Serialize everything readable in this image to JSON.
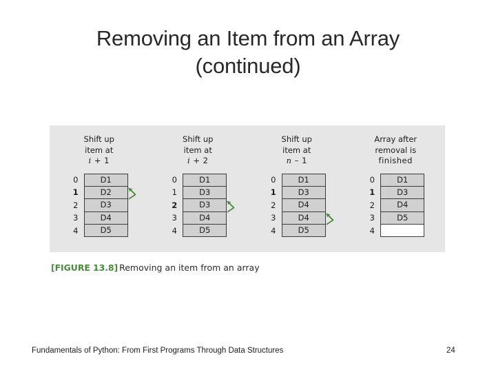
{
  "slide": {
    "title_line1": "Removing an Item from an Array",
    "title_line2": "(continued)"
  },
  "figure": {
    "background_color": "#e6e6e6",
    "cell_fill_color": "#d0d0d0",
    "cell_border_color": "#3a3a3a",
    "arrow_color": "#4a8a3c",
    "panels": [
      {
        "header_line1": "Shift up",
        "header_line2": "item at",
        "header_var": "i",
        "header_op": " + 1",
        "indices": [
          "0",
          "1",
          "2",
          "3",
          "4"
        ],
        "emphasized_index": 1,
        "cells": [
          "D1",
          "D2",
          "D3",
          "D4",
          "D5"
        ],
        "arrow_at_index": 1
      },
      {
        "header_line1": "Shift up",
        "header_line2": "item at",
        "header_var": "i",
        "header_op": " + 2",
        "indices": [
          "0",
          "1",
          "2",
          "3",
          "4"
        ],
        "emphasized_index": 2,
        "cells": [
          "D1",
          "D3",
          "D3",
          "D4",
          "D5"
        ],
        "arrow_at_index": 2
      },
      {
        "header_line1": "Shift up",
        "header_line2": "item at",
        "header_var": "n",
        "header_op": " – 1",
        "indices": [
          "0",
          "1",
          "2",
          "3",
          "4"
        ],
        "emphasized_index": 1,
        "cells": [
          "D1",
          "D3",
          "D4",
          "D4",
          "D5"
        ],
        "arrow_at_index": 3
      },
      {
        "header_line1": "Array after",
        "header_line2": "removal is",
        "header_var": "",
        "header_op": "finished",
        "indices": [
          "0",
          "1",
          "2",
          "3",
          "4"
        ],
        "emphasized_index": 1,
        "cells": [
          "D1",
          "D3",
          "D4",
          "D5",
          ""
        ],
        "arrow_at_index": -1
      }
    ],
    "caption_tag": "[FIGURE 13.8]",
    "caption_text": "Removing an item from an array"
  },
  "footer": {
    "book_title": "Fundamentals of Python: From First Programs Through Data Structures",
    "page_number": "24"
  }
}
